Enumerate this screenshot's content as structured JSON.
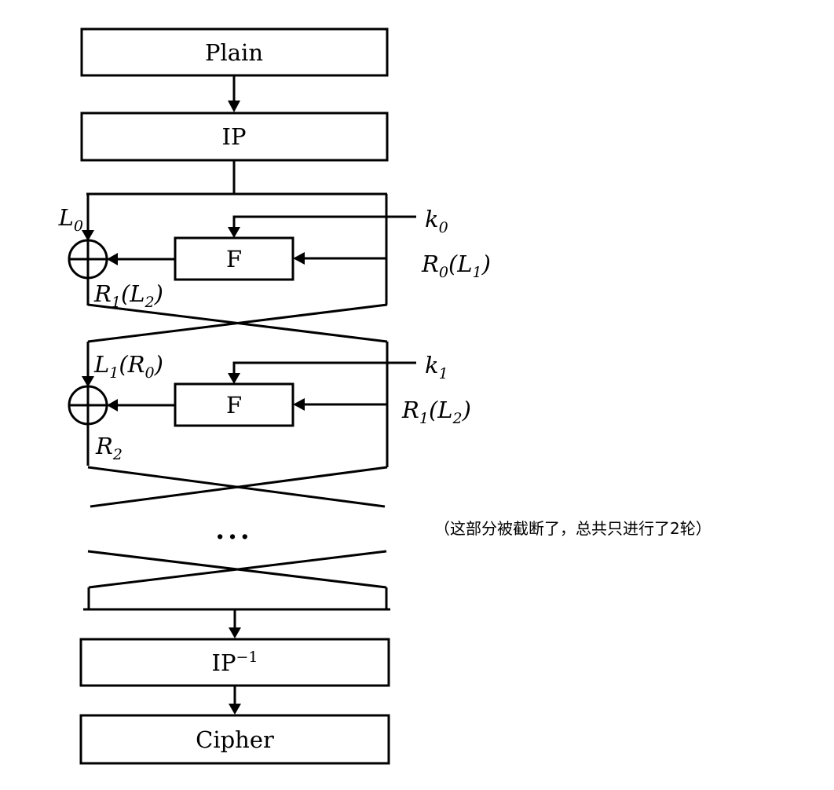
{
  "colors": {
    "stroke": "#000000",
    "background": "#ffffff",
    "text": "#000000"
  },
  "boxes": {
    "plain": "Plain",
    "ip": "IP",
    "f_round1": "F",
    "f_round2": "F",
    "ip_inverse": {
      "base": "IP",
      "sup": "−1"
    },
    "cipher": "Cipher"
  },
  "labels": {
    "l0": {
      "base": "L",
      "sub": "0"
    },
    "k0": {
      "base": "k",
      "sub": "0"
    },
    "r0_l1": {
      "p0": "R",
      "s0": "0",
      "p1": "(L",
      "s1": "1",
      "p2": ")"
    },
    "r1_l2_left": {
      "p0": "R",
      "s0": "1",
      "p1": "(L",
      "s1": "2",
      "p2": ")"
    },
    "l1_r0": {
      "p0": "L",
      "s0": "1",
      "p1": "(R",
      "s1": "0",
      "p2": ")"
    },
    "k1": {
      "base": "k",
      "sub": "1"
    },
    "r1_l2_right": {
      "p0": "R",
      "s0": "1",
      "p1": "(L",
      "s1": "2",
      "p2": ")"
    },
    "r2": {
      "base": "R",
      "sub": "2"
    },
    "ellipsis": "...",
    "note": "（这部分被截断了，总共只进行了2轮）"
  }
}
